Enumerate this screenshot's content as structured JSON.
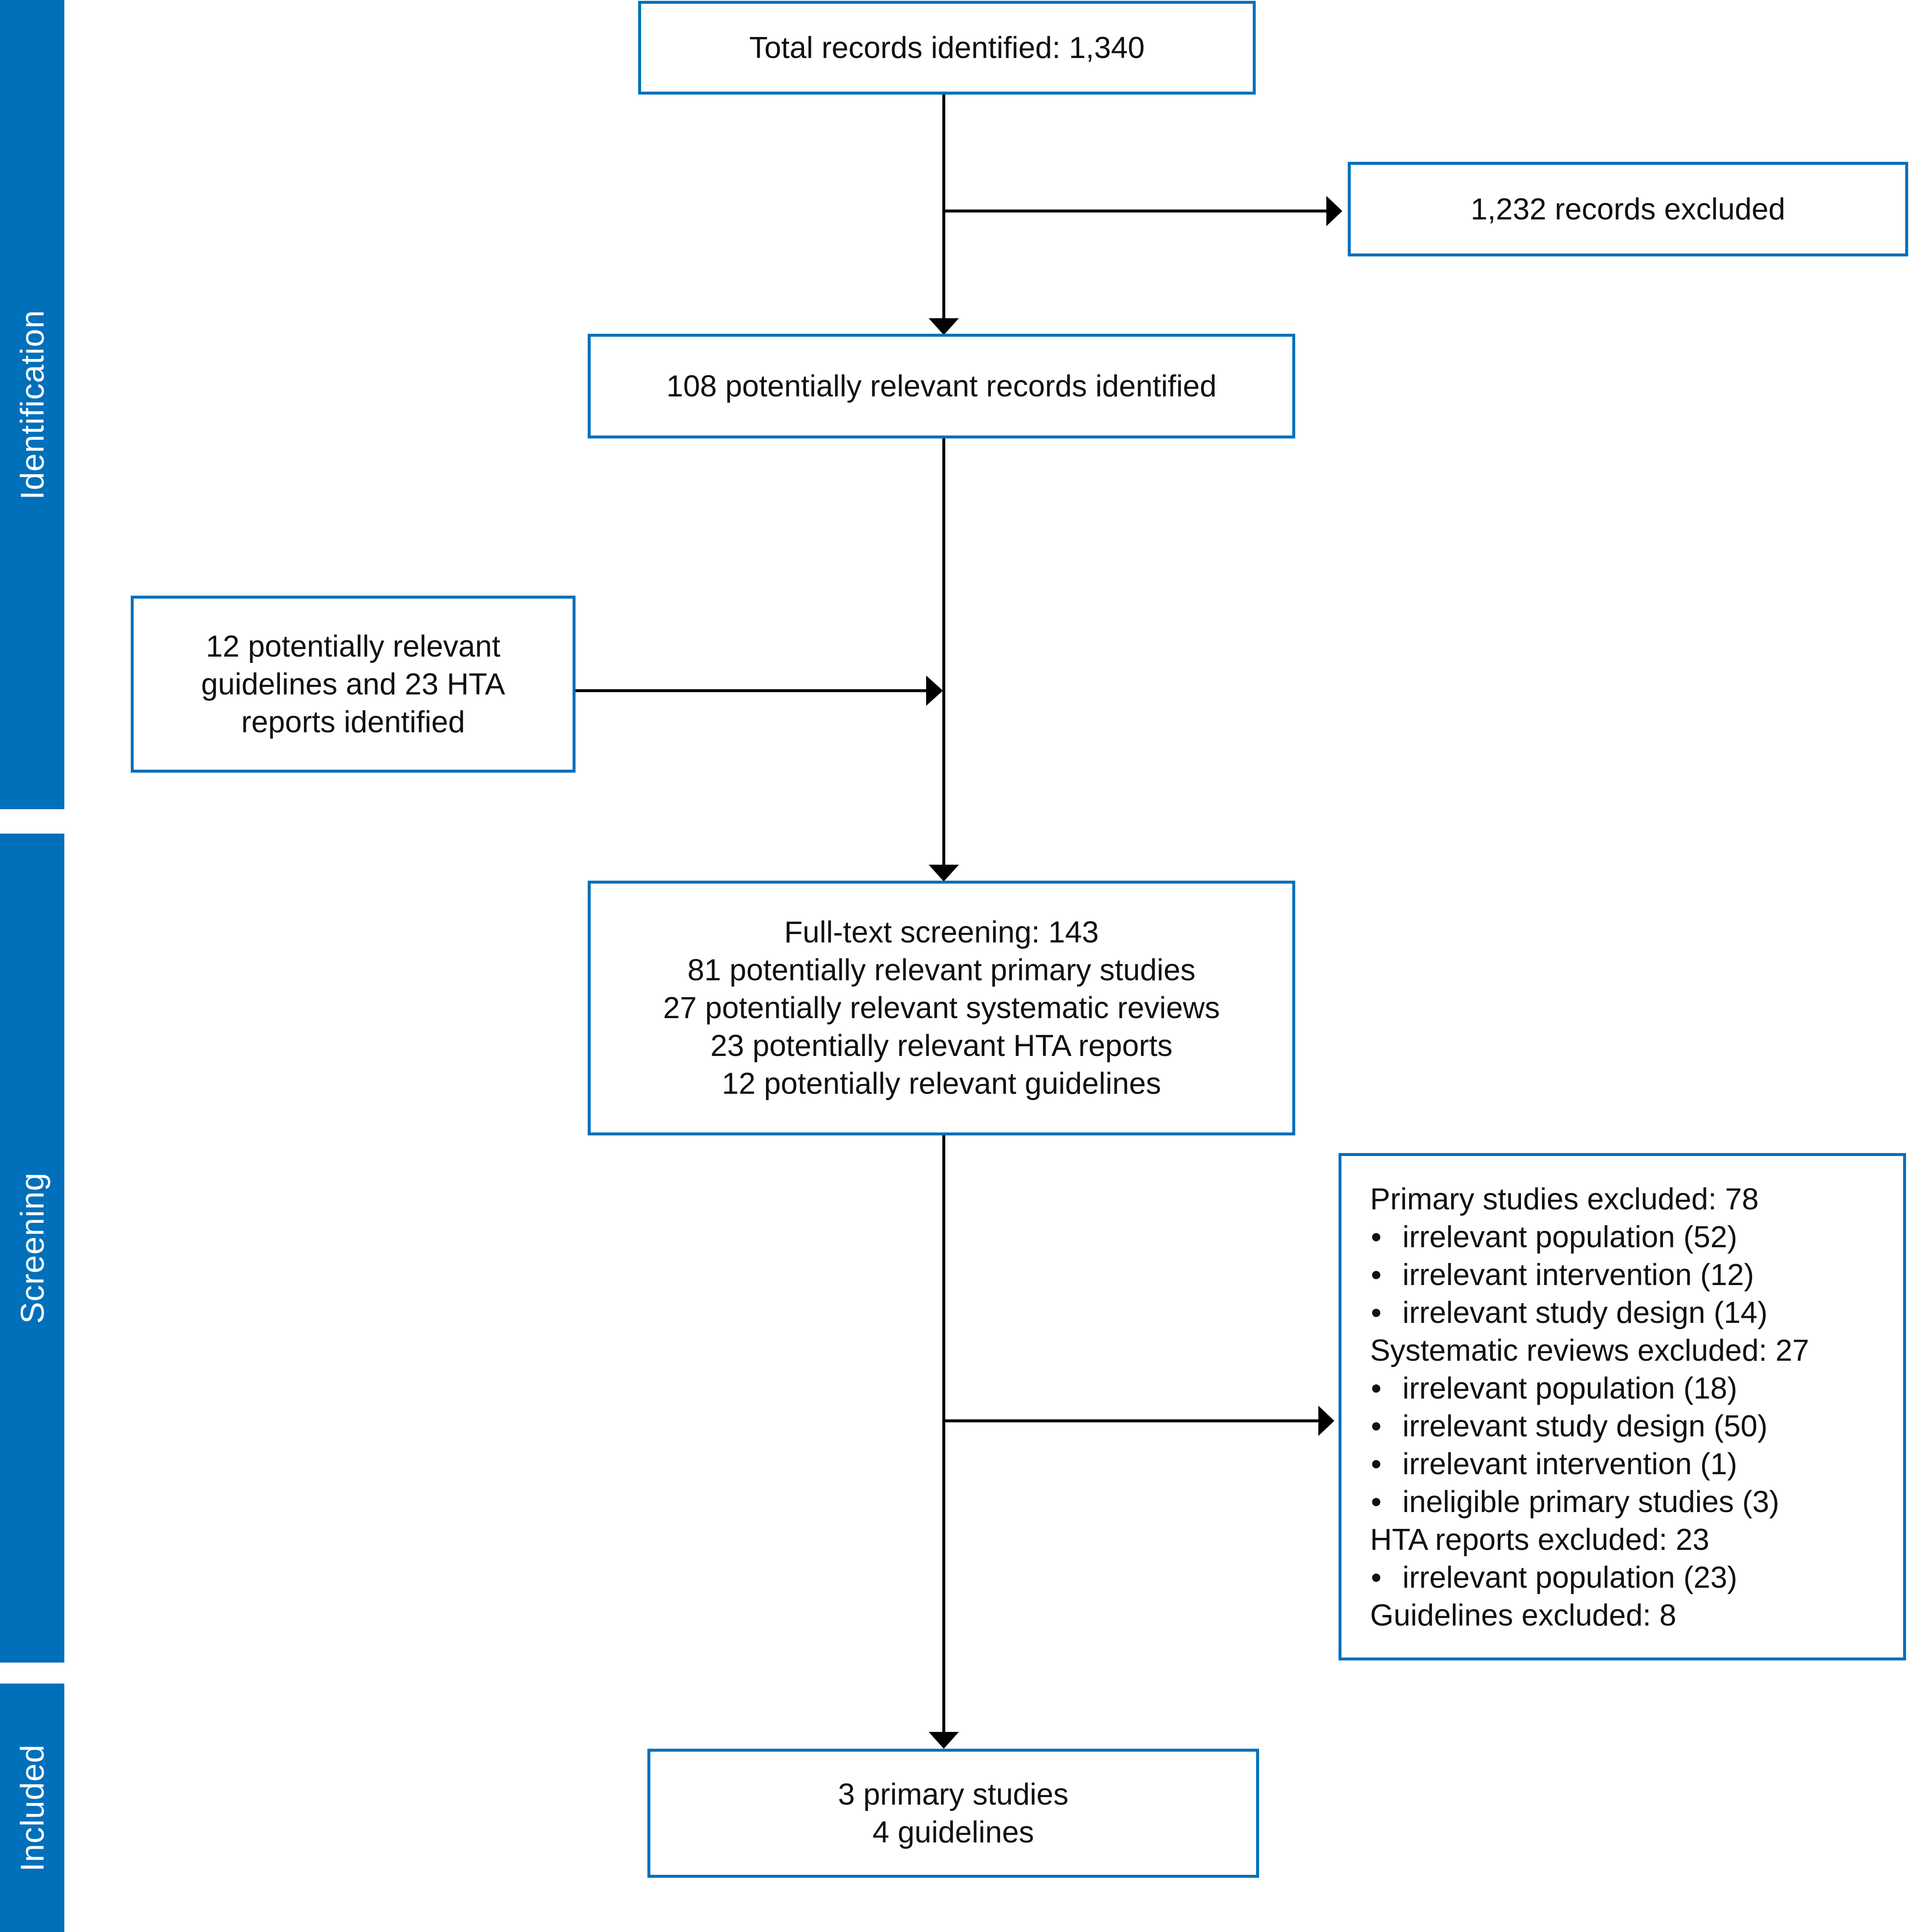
{
  "colors": {
    "accent": "#0070bb",
    "line": "#000000",
    "text": "#111111"
  },
  "phases": [
    {
      "label": "Identification"
    },
    {
      "label": "Screening"
    },
    {
      "label": "Included"
    }
  ],
  "boxes": {
    "total": {
      "lines": [
        "Total records identified: 1,340"
      ]
    },
    "excluded_records": {
      "lines": [
        "1,232 records excluded"
      ]
    },
    "relevant_records": {
      "lines": [
        "108 potentially relevant records identified"
      ]
    },
    "additional": {
      "lines": [
        "12 potentially relevant",
        "guidelines and 23 HTA",
        "reports identified"
      ]
    },
    "fulltext": {
      "lines": [
        "Full-text screening: 143",
        "81 potentially relevant primary studies",
        "27 potentially relevant systematic reviews",
        "23 potentially relevant HTA reports",
        "12 potentially relevant guidelines"
      ]
    },
    "exclusions": {
      "bullet_symbol": "•",
      "groups": [
        {
          "heading": "Primary studies excluded: 78",
          "items": [
            "irrelevant population (52)",
            "irrelevant intervention (12)",
            "irrelevant study design (14)"
          ]
        },
        {
          "heading": "Systematic reviews excluded: 27",
          "items": [
            "irrelevant population (18)",
            "irrelevant study design (50)",
            "irrelevant intervention (1)",
            "ineligible primary studies (3)"
          ]
        },
        {
          "heading": "HTA reports excluded: 23",
          "items": [
            "irrelevant population (23)"
          ]
        },
        {
          "heading": "Guidelines excluded: 8",
          "items": []
        }
      ]
    },
    "included": {
      "lines": [
        "3 primary studies",
        "4 guidelines"
      ]
    }
  }
}
